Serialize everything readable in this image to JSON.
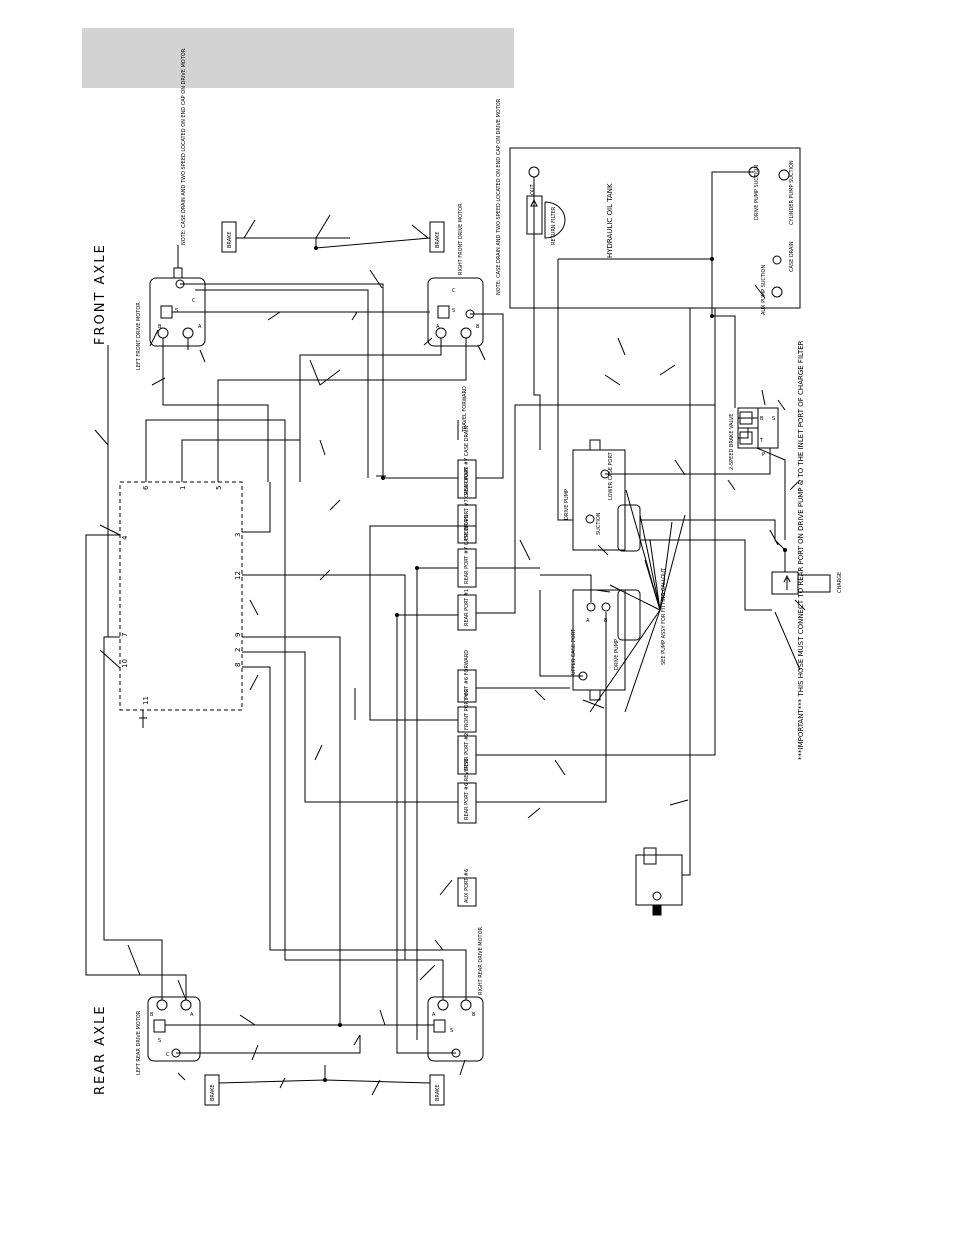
{
  "header": {
    "banner_text": ""
  },
  "axles": {
    "front": "FRONT AXLE",
    "rear": "REAR AXLE"
  },
  "motors": {
    "left_front": "LEFT FRONT DRIVE MOTOR",
    "right_front": "RIGHT FRONT DRIVE MOTOR",
    "left_rear": "LEFT REAR DRIVE MOTOR",
    "right_rear": "RIGHT REAR DRIVE MOTOR"
  },
  "notes": {
    "case_drain_left": "NOTE: CASE DRAIN AND TWO SPEED LOCATED ON END CAP ON DRIVE MOTOR.",
    "case_drain_right": "NOTE: CASE DRAIN AND TWO SPEED LOCATED ON END CAP ON DRIVE MOTOR",
    "important": "***IMPORTANT*** THIS HOSE MUST CONNECT TO REAR PORT ON DRIVE PUMP & TO THE INLET PORT OF CHARGE FILTER",
    "pump_callout": "SEE PUMP ASSY FOR FITTING CALLOUT"
  },
  "brake": "BRAKE",
  "tank": {
    "title": "HYDRAULIC OIL TANK",
    "out": "OUT",
    "return_filter": "RETURN FILTER",
    "drive_pump_suction": "DRIVE PUMP SUCTION",
    "cylinder_pump_suction": "CYLINDER PUMP SUCTION",
    "case_drain": "CASE DRAIN",
    "aux_pump_suction": "AUX PUMP SUCTION"
  },
  "valve": {
    "brake_valve": "2-SPEED BRAKE VALVE",
    "p": "P",
    "t": "T",
    "b": "B",
    "s": "S"
  },
  "charge": "CHARGE",
  "pumps": {
    "drive_pump": "DRIVE PUMP",
    "suction": "SUCTION",
    "lower_case_port": "LOWER CASE PORT",
    "upper_case_port": "UPPER CASE PORT",
    "a": "A",
    "b": "B"
  },
  "manifold_ports": {
    "rear_port_case_drain": "REAR PORT #7 CASE DRAIN",
    "front_port_case_drain": "FRONT PORT #7 CASE DRAIN",
    "rear_port_case_drain2": "REAR PORT #7 CASE DRAIN",
    "rear_port_1": "REAR PORT #1",
    "port_6_forward": "PORT #6 FORWARD",
    "front_port_2": "FRONT PORT #2",
    "rear_port_2": "REAR PORT #2",
    "rear_port_6_reverse": "REAR PORT #6 REVERSE",
    "aux_port_6": "AUX PORT #6",
    "travel_forward": "TRAVEL FORWARD"
  },
  "block_ports": {
    "p6": "6",
    "p1": "1",
    "p5": "5",
    "p4": "4",
    "p3": "3",
    "p12": "12",
    "p9": "9",
    "p2": "2",
    "p8": "8",
    "p7": "7",
    "p10": "10",
    "p11": "11"
  },
  "motor_ports": {
    "a": "A",
    "b": "B",
    "c": "C",
    "s": "S"
  }
}
